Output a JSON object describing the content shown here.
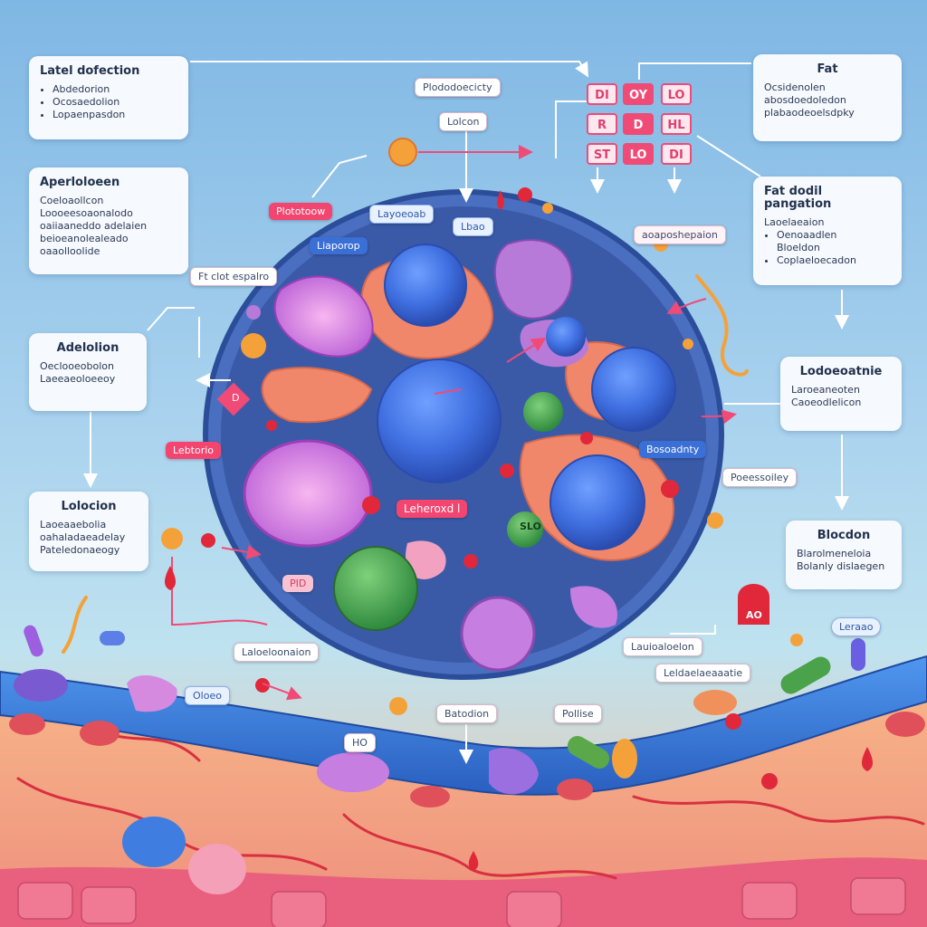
{
  "panels": {
    "label_detection": {
      "title": "Latel dofection",
      "items": [
        "Abdedorion",
        "Ocosaedolion",
        "Lopaenpasdon"
      ]
    },
    "fat": {
      "title": "Fat",
      "lines": [
        "Ocsidenolen",
        "abosdoedoledon",
        "plabaodeoelsdpky"
      ]
    },
    "aperioloeen": {
      "title": "Aperloloeen",
      "lines": [
        "Coeloaollcon",
        "Loooeesoaonalodo",
        "oaiiaaneddo adelaien",
        "beioeanolealeado",
        "oaaolloolide"
      ]
    },
    "fat_dodl": {
      "title": "Fat dodil pangation",
      "items": [
        "Laoelaeaion",
        "Oenoaadlen",
        "Bloeldon",
        "Coplaeloecadon"
      ]
    },
    "adeloiion": {
      "title": "Adelolion",
      "lines": [
        "Oeclooeobolon",
        "Laeeaeoloeeoy"
      ]
    },
    "lodoeoatnie": {
      "title": "Lodoeoatnie",
      "lines": [
        "Laroeaneoten",
        "Caoeodlelicon"
      ]
    },
    "lolocion": {
      "title": "Lolocion",
      "lines": [
        "Laoeaaebolia",
        "oahaladaeadelay",
        "Pateledonaeogy"
      ]
    },
    "bleodon": {
      "title": "Blocdon",
      "lines": [
        "Blarolmeneloia",
        "Bolanly dislaegen"
      ]
    }
  },
  "grid": {
    "cells": [
      {
        "text": "DI",
        "filled": false
      },
      {
        "text": "OY",
        "filled": true
      },
      {
        "text": "LO",
        "filled": false
      },
      {
        "text": "R",
        "filled": false
      },
      {
        "text": "D",
        "filled": true
      },
      {
        "text": "HL",
        "filled": false
      },
      {
        "text": "ST",
        "filled": false
      },
      {
        "text": "LO",
        "filled": true
      },
      {
        "text": "DI",
        "filled": false
      }
    ]
  },
  "tags": {
    "plododcectly": "Plododoecicty",
    "loloen": "Lolcon",
    "plototown": "Plototoow",
    "lapontb": "Layoeoab",
    "lbao": "Lbao",
    "liaporop": "Liaporop",
    "fi_clot": "Ft clot espalro",
    "lebtorio": "Lebtorio",
    "leheroxd": "Leheroxd l",
    "bosoadinty": "Bosoadnty",
    "poeeaashiy": "Poeessoiley",
    "ooupaeoahon": "aoaposhepaion",
    "lido_blob": "HO",
    "laoelaoaloo": "Laloeloonaion",
    "lauioaloelon": "Lauioaloelon",
    "lelaeaeoueatie": "Leldaelaeaaatie",
    "batodion": "Batodion",
    "pollse": "Pollise",
    "oloeo": "Oloeo",
    "leraao": "Leraao",
    "pid": "PID",
    "d_tag": "D",
    "lbl_green": "SLO",
    "lbl_ao": "AO"
  },
  "colors": {
    "cell_outer": "#4a6fc0",
    "cell_inner": "#3a5aa8",
    "nucleus_blue": "#3f6fe0",
    "accent_pink": "#f04a77",
    "organelle_orange": "#f0866a",
    "organelle_purple": "#c67ee0",
    "nucleus_green": "#4aa24a",
    "membrane_blue": "#3a78d8",
    "tissue_pink": "#e9607e"
  }
}
